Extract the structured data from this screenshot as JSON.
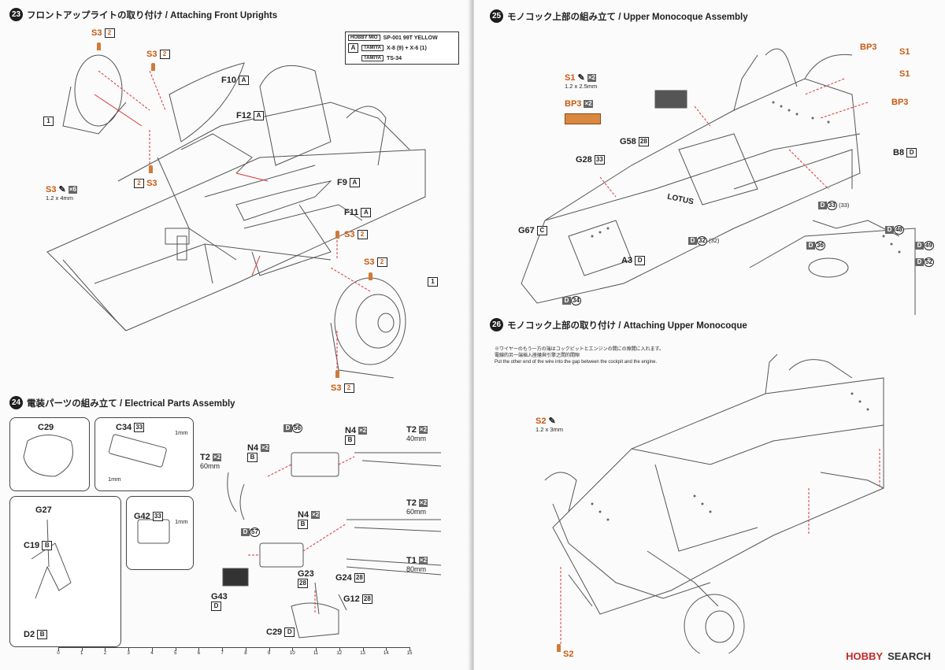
{
  "left_page": {
    "step23": {
      "num": "23",
      "title": "フロントアップライトの取り付け / Attaching Front Uprights"
    },
    "legend": {
      "marker": "A",
      "rows": [
        {
          "key": "HOBBY MIO",
          "value": "SP-001 99T YELLOW"
        },
        {
          "key": "TAMIYA",
          "value": "X-8 (9) + X-6 (1)"
        },
        {
          "key": "TAMIYA",
          "value": "TS-34"
        }
      ]
    },
    "labels23": {
      "s3_a": "S3",
      "s3_a_qty": "2",
      "s3_b": "S3",
      "s3_b_qty": "2",
      "f10": "F10",
      "f10_paint": "A",
      "f12": "F12",
      "f12_paint": "A",
      "f9": "F9",
      "f9_paint": "A",
      "f11": "F11",
      "f11_paint": "A",
      "s3_main": "S3",
      "s3_main_qty": "×6",
      "s3_size": "1.2 x 4mm",
      "s3_c_qty": "2",
      "s3_c": "S3",
      "s3_d": "S3",
      "s3_d_qty": "2",
      "s3_e": "S3",
      "s3_e_qty": "2",
      "s3_f": "S3",
      "s3_f_qty": "2",
      "one_a": "1",
      "one_b": "1"
    },
    "step24": {
      "num": "24",
      "title": "電装パーツの組み立て / Electrical Parts Assembly"
    },
    "labels24": {
      "c29": "C29",
      "c34": "C34",
      "c34_paint": "33",
      "c34_mm": "1mm",
      "c34_mm2": "1mm",
      "g27": "G27",
      "c19": "C19",
      "c19_paint": "B",
      "d2": "D2",
      "d2_paint": "B",
      "g42": "G42",
      "g42_paint": "33",
      "g42_mm": "1mm",
      "d56": "56",
      "n4_a": "N4",
      "n4_a_qty": "×2",
      "n4_a_sub": "B",
      "n4_b": "N4",
      "n4_b_qty": "×2",
      "n4_b_sub": "B",
      "n4_c": "N4",
      "n4_c_qty": "×2",
      "n4_c_sub": "B",
      "t2_a": "T2",
      "t2_a_len": "40mm",
      "t2_a_qty": "×2",
      "t2_b": "T2",
      "t2_b_len": "60mm",
      "t2_b_qty": "×2",
      "t2_c": "T2",
      "t2_c_len": "60mm",
      "t2_c_qty": "×2",
      "t1": "T1",
      "t1_len": "80mm",
      "t1_qty": "×2",
      "d57": "57",
      "g23": "G23",
      "g23_paint": "28",
      "g24": "G24",
      "g24_paint": "28",
      "g12": "G12",
      "g12_paint": "28",
      "g43": "G43",
      "g43_paint": "D",
      "c29b": "C29",
      "c29b_paint": "D"
    },
    "ruler": [
      "0",
      "1",
      "2",
      "3",
      "4",
      "5",
      "6",
      "7",
      "8",
      "9",
      "10",
      "11",
      "12",
      "13",
      "14",
      "15"
    ]
  },
  "right_page": {
    "step25": {
      "num": "25",
      "title": "モノコック上部の組み立て / Upper Monocoque Assembly"
    },
    "labels25": {
      "s1": "S1",
      "s1_qty": "×2",
      "s1_size": "1.2 x 2.5mm",
      "bp3": "BP3",
      "bp3_qty": "×2",
      "bp3_a": "BP3",
      "s1_a": "S1",
      "s1_b": "S1",
      "bp3_b": "BP3",
      "g58": "G58",
      "g58_paint": "28",
      "g28": "G28",
      "g28_paint": "33",
      "g67": "G67",
      "g67_paint": "C",
      "a3": "A3",
      "a3_paint": "D",
      "b8": "B8",
      "b8_paint": "D",
      "d33": "33",
      "d33_ref": "(33)",
      "d32": "32",
      "d32_ref": "(32)",
      "d34": "34",
      "d36": "36",
      "d48": "48",
      "d49": "49",
      "d52": "52",
      "lotus": "LOTUS"
    },
    "step26": {
      "num": "26",
      "title": "モノコック上部の取り付け / Attaching Upper Monocoque"
    },
    "note26": [
      "※ワイヤーのもう一方の端はコックピットとエンジンの間にの隙間に入れます。",
      "電線的另一端插入座艙與引擎之間的間隙",
      "Put the other end of the wire into the gap between the cockpit and the engine."
    ],
    "labels26": {
      "s2": "S2",
      "s2_size": "1.2 x 3mm",
      "s2_b": "S2"
    },
    "watermark": {
      "logo": "HOBBY",
      "text": "SEARCH"
    }
  }
}
